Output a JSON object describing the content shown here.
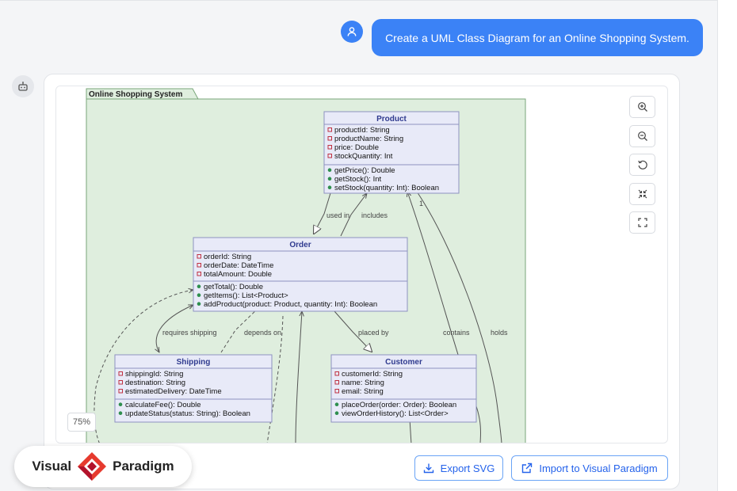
{
  "chat": {
    "user_message": "Create a UML Class Diagram for an Online Shopping System."
  },
  "diagram": {
    "package_name": "Online Shopping System",
    "classes": {
      "product": {
        "name": "Product",
        "attributes": [
          "productId: String",
          "productName: String",
          "price: Double",
          "stockQuantity: Int"
        ],
        "methods": [
          "getPrice(): Double",
          "getStock(): Int",
          "setStock(quantity: Int): Boolean"
        ]
      },
      "order": {
        "name": "Order",
        "attributes": [
          "orderId: String",
          "orderDate: DateTime",
          "totalAmount: Double"
        ],
        "methods": [
          "getTotal(): Double",
          "getItems(): List<Product>",
          "addProduct(product: Product, quantity: Int): Boolean"
        ]
      },
      "shipping": {
        "name": "Shipping",
        "attributes": [
          "shippingId: String",
          "destination: String",
          "estimatedDelivery: DateTime"
        ],
        "methods": [
          "calculateFee(): Double",
          "updateStatus(status: String): Boolean"
        ]
      },
      "customer": {
        "name": "Customer",
        "attributes": [
          "customerId: String",
          "name: String",
          "email: String"
        ],
        "methods": [
          "placeOrder(order: Order): Boolean",
          "viewOrderHistory(): List<Order>"
        ]
      }
    },
    "relation_labels": {
      "used_in": "used in",
      "includes": "includes",
      "requires_shipping": "requires shipping",
      "depends_on": "depends on",
      "placed_by": "placed by",
      "contains": "contains",
      "holds": "holds",
      "multiplicity": "1"
    }
  },
  "viewer": {
    "zoom_level": "75%"
  },
  "actions": {
    "export_svg": "Export SVG",
    "import_vp": "Import to Visual Paradigm"
  },
  "brand": {
    "left": "Visual",
    "right": "Paradigm",
    "logo_colors": [
      "#e63a2e",
      "#b3122b"
    ]
  },
  "colors": {
    "accent": "#3b82f6",
    "package_fill": "#dfeede",
    "package_border": "#7aa67a",
    "class_fill": "#e8eaf8",
    "class_border": "#8e92c0"
  }
}
